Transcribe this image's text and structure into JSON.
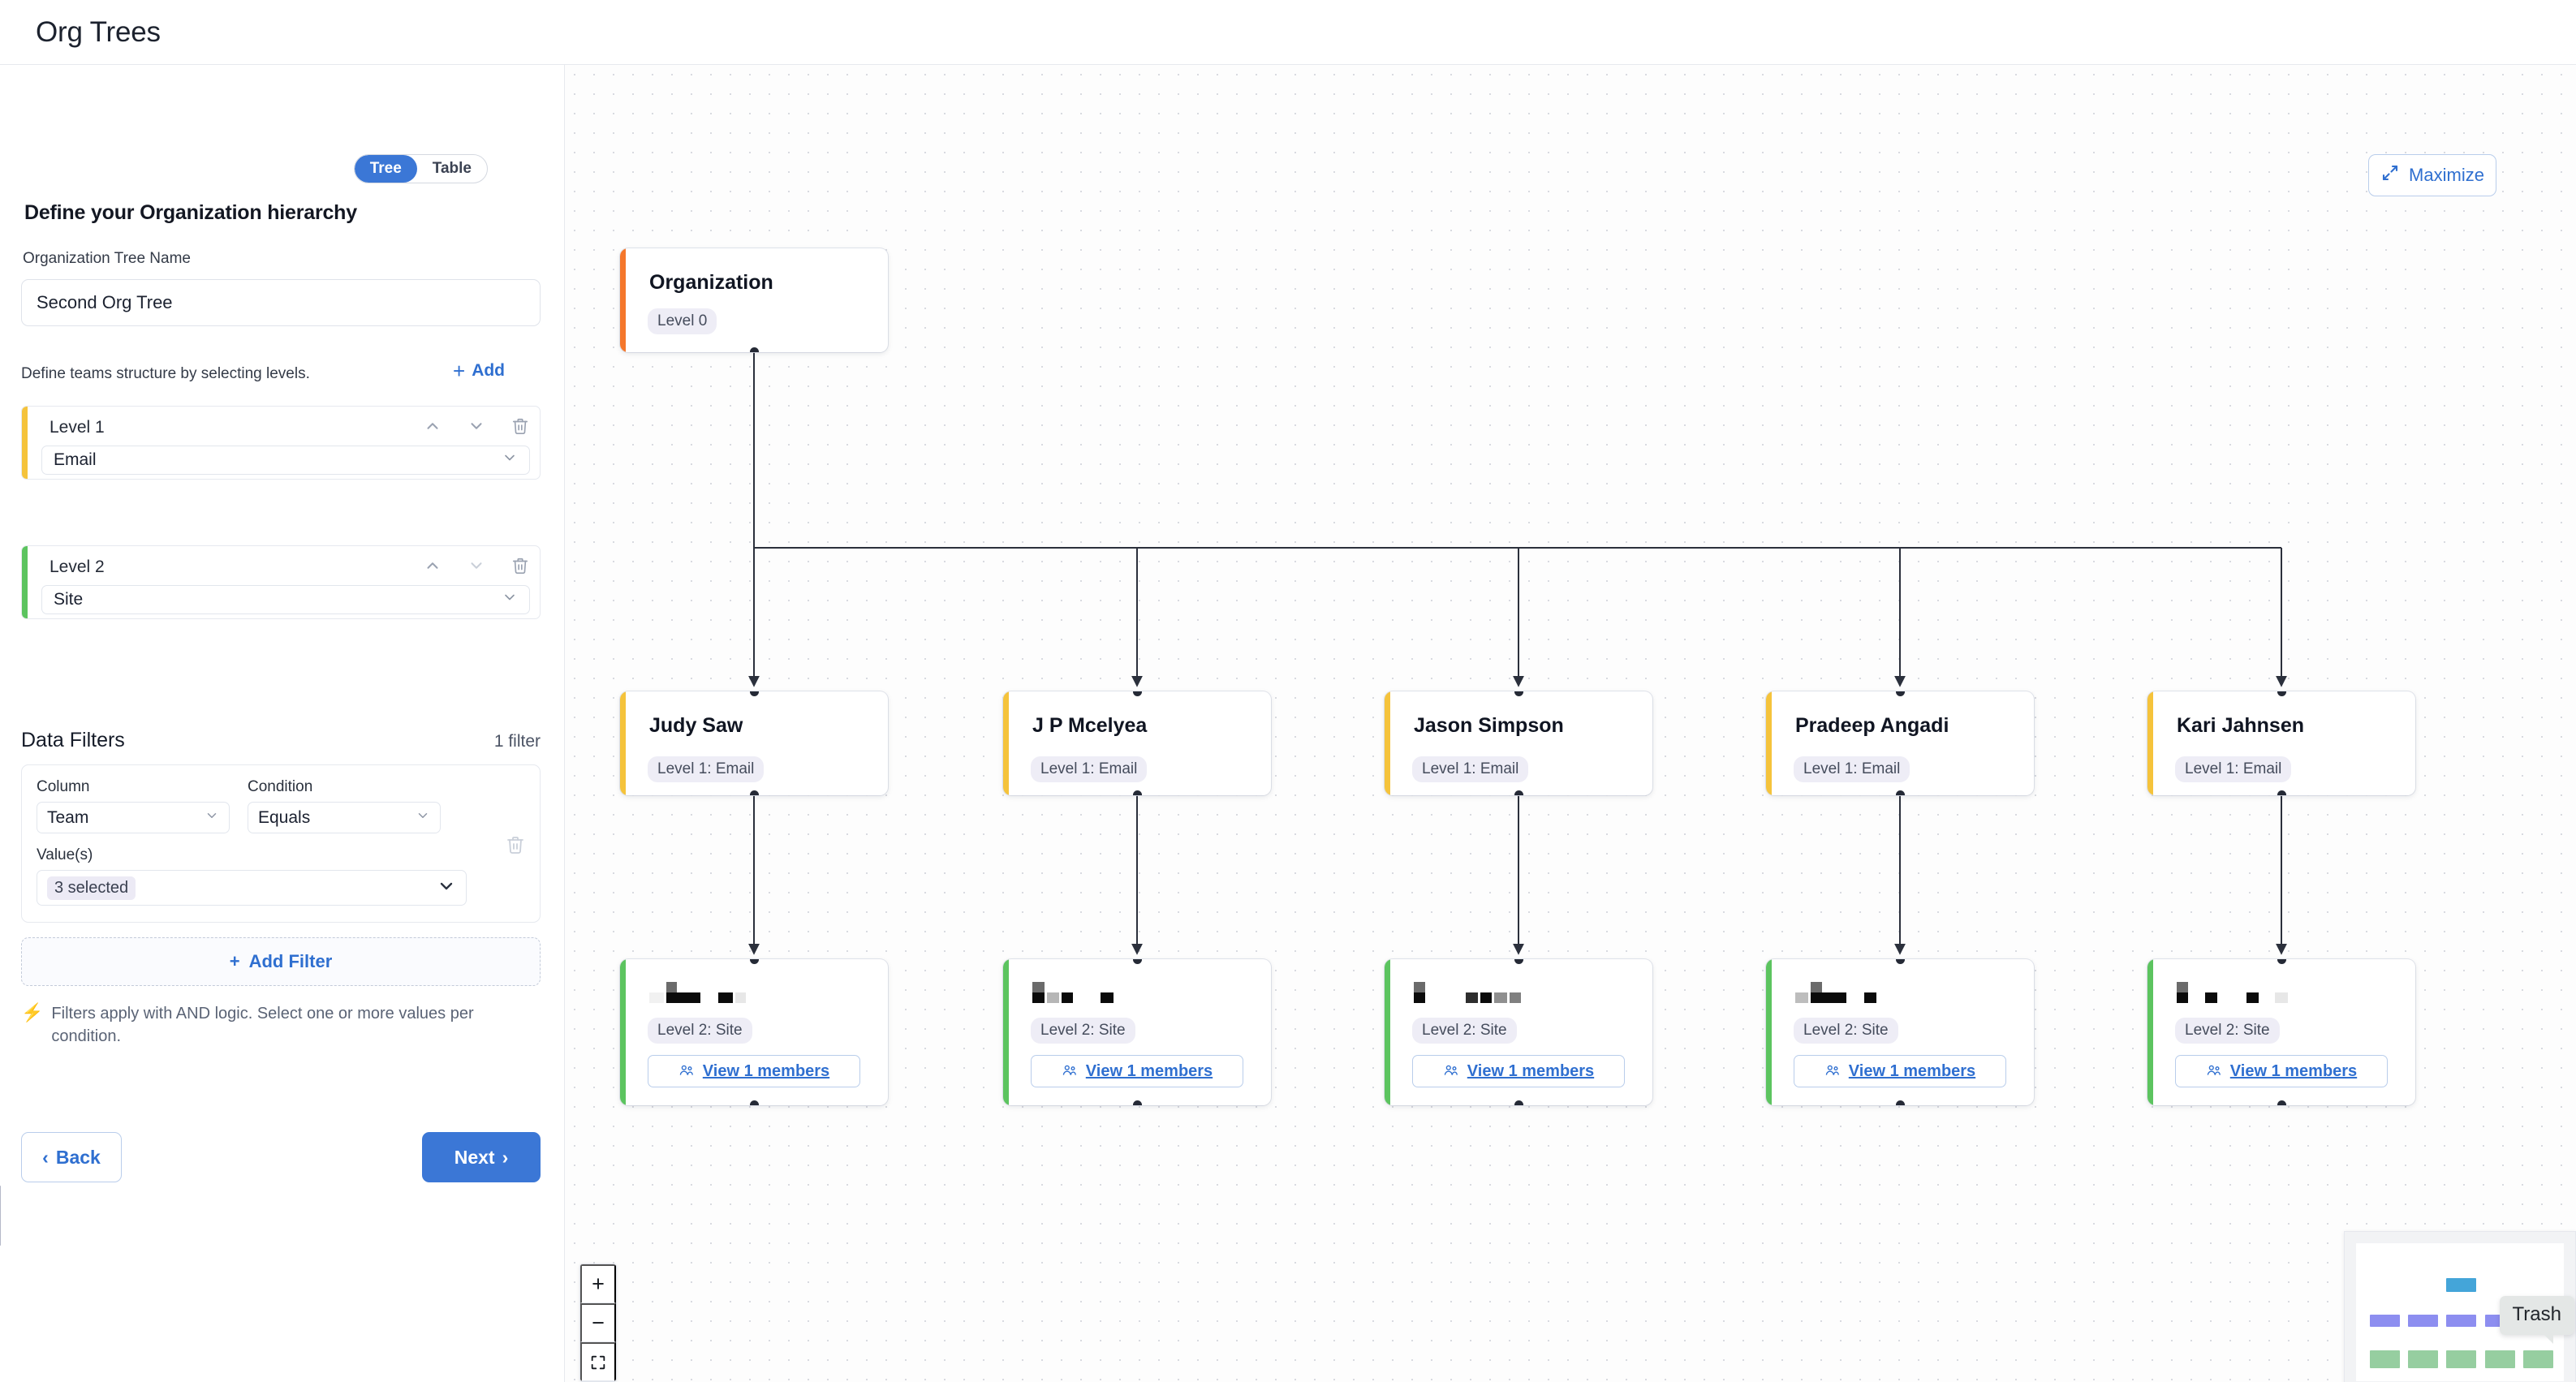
{
  "app": {
    "title": "Org Trees"
  },
  "sidebar": {
    "view_toggle": {
      "options": [
        "Tree",
        "Table"
      ],
      "selected": "Tree"
    },
    "heading": "Define your Organization hierarchy",
    "tree_name": {
      "label": "Organization Tree Name",
      "value": "Second Org Tree",
      "placeholder": "Organization Tree Name"
    },
    "levels_hint": "Define teams structure by selecting levels.",
    "add_level_label": "Add",
    "levels": [
      {
        "title": "Level 1",
        "value": "Email",
        "accent": "#f5c33b"
      },
      {
        "title": "Level 2",
        "value": "Site",
        "accent": "#5cc45f"
      }
    ],
    "filters": {
      "title": "Data Filters",
      "count_label": "1 filter",
      "column_label": "Column",
      "condition_label": "Condition",
      "values_label": "Value(s)",
      "column_value": "Team",
      "condition_value": "Equals",
      "values_chip": "3 selected",
      "add_filter_label": "Add Filter",
      "note": "Filters apply with AND logic. Select one or more values per condition."
    },
    "nav": {
      "back_label": "Back",
      "next_label": "Next"
    }
  },
  "canvas": {
    "maximize_label": "Maximize",
    "zoom_controls": {
      "zoom_in": "+",
      "zoom_out": "−"
    },
    "trash_tooltip": "Trash",
    "root": {
      "name": "Organization",
      "badge": "Level 0",
      "accent": "#f5772b"
    },
    "level1": [
      {
        "name": "Judy Saw",
        "badge": "Level 1: Email",
        "accent": "#f5c33b"
      },
      {
        "name": "J P Mcelyea",
        "badge": "Level 1: Email",
        "accent": "#f5c33b"
      },
      {
        "name": "Jason Simpson",
        "badge": "Level 1: Email",
        "accent": "#f5c33b"
      },
      {
        "name": "Pradeep Angadi",
        "badge": "Level 1: Email",
        "accent": "#f5c33b"
      },
      {
        "name": "Kari Jahnsen",
        "badge": "Level 1: Email",
        "accent": "#f5c33b"
      }
    ],
    "level2": [
      {
        "name": "[redacted]",
        "badge": "Level 2: Site",
        "members_label": "View 1 members",
        "accent": "#5cc45f"
      },
      {
        "name": "[redacted]",
        "badge": "Level 2: Site",
        "members_label": "View 1 members",
        "accent": "#5cc45f"
      },
      {
        "name": "[redacted]",
        "badge": "Level 2: Site",
        "members_label": "View 1 members",
        "accent": "#5cc45f"
      },
      {
        "name": "[redacted]",
        "badge": "Level 2: Site",
        "members_label": "View 1 members",
        "accent": "#5cc45f"
      },
      {
        "name": "[redacted]",
        "badge": "Level 2: Site",
        "members_label": "View 1 members",
        "accent": "#5cc45f"
      }
    ],
    "minimap": {
      "root_color": "#44a5d9",
      "level1_color": "#8d8ef0",
      "level2_color": "#96ceA0"
    }
  },
  "colors": {
    "accent_blue": "#3b77d6",
    "link_blue": "#2f6fd0",
    "level0": "#f5772b",
    "level1": "#f5c33b",
    "level2": "#5cc45f"
  }
}
